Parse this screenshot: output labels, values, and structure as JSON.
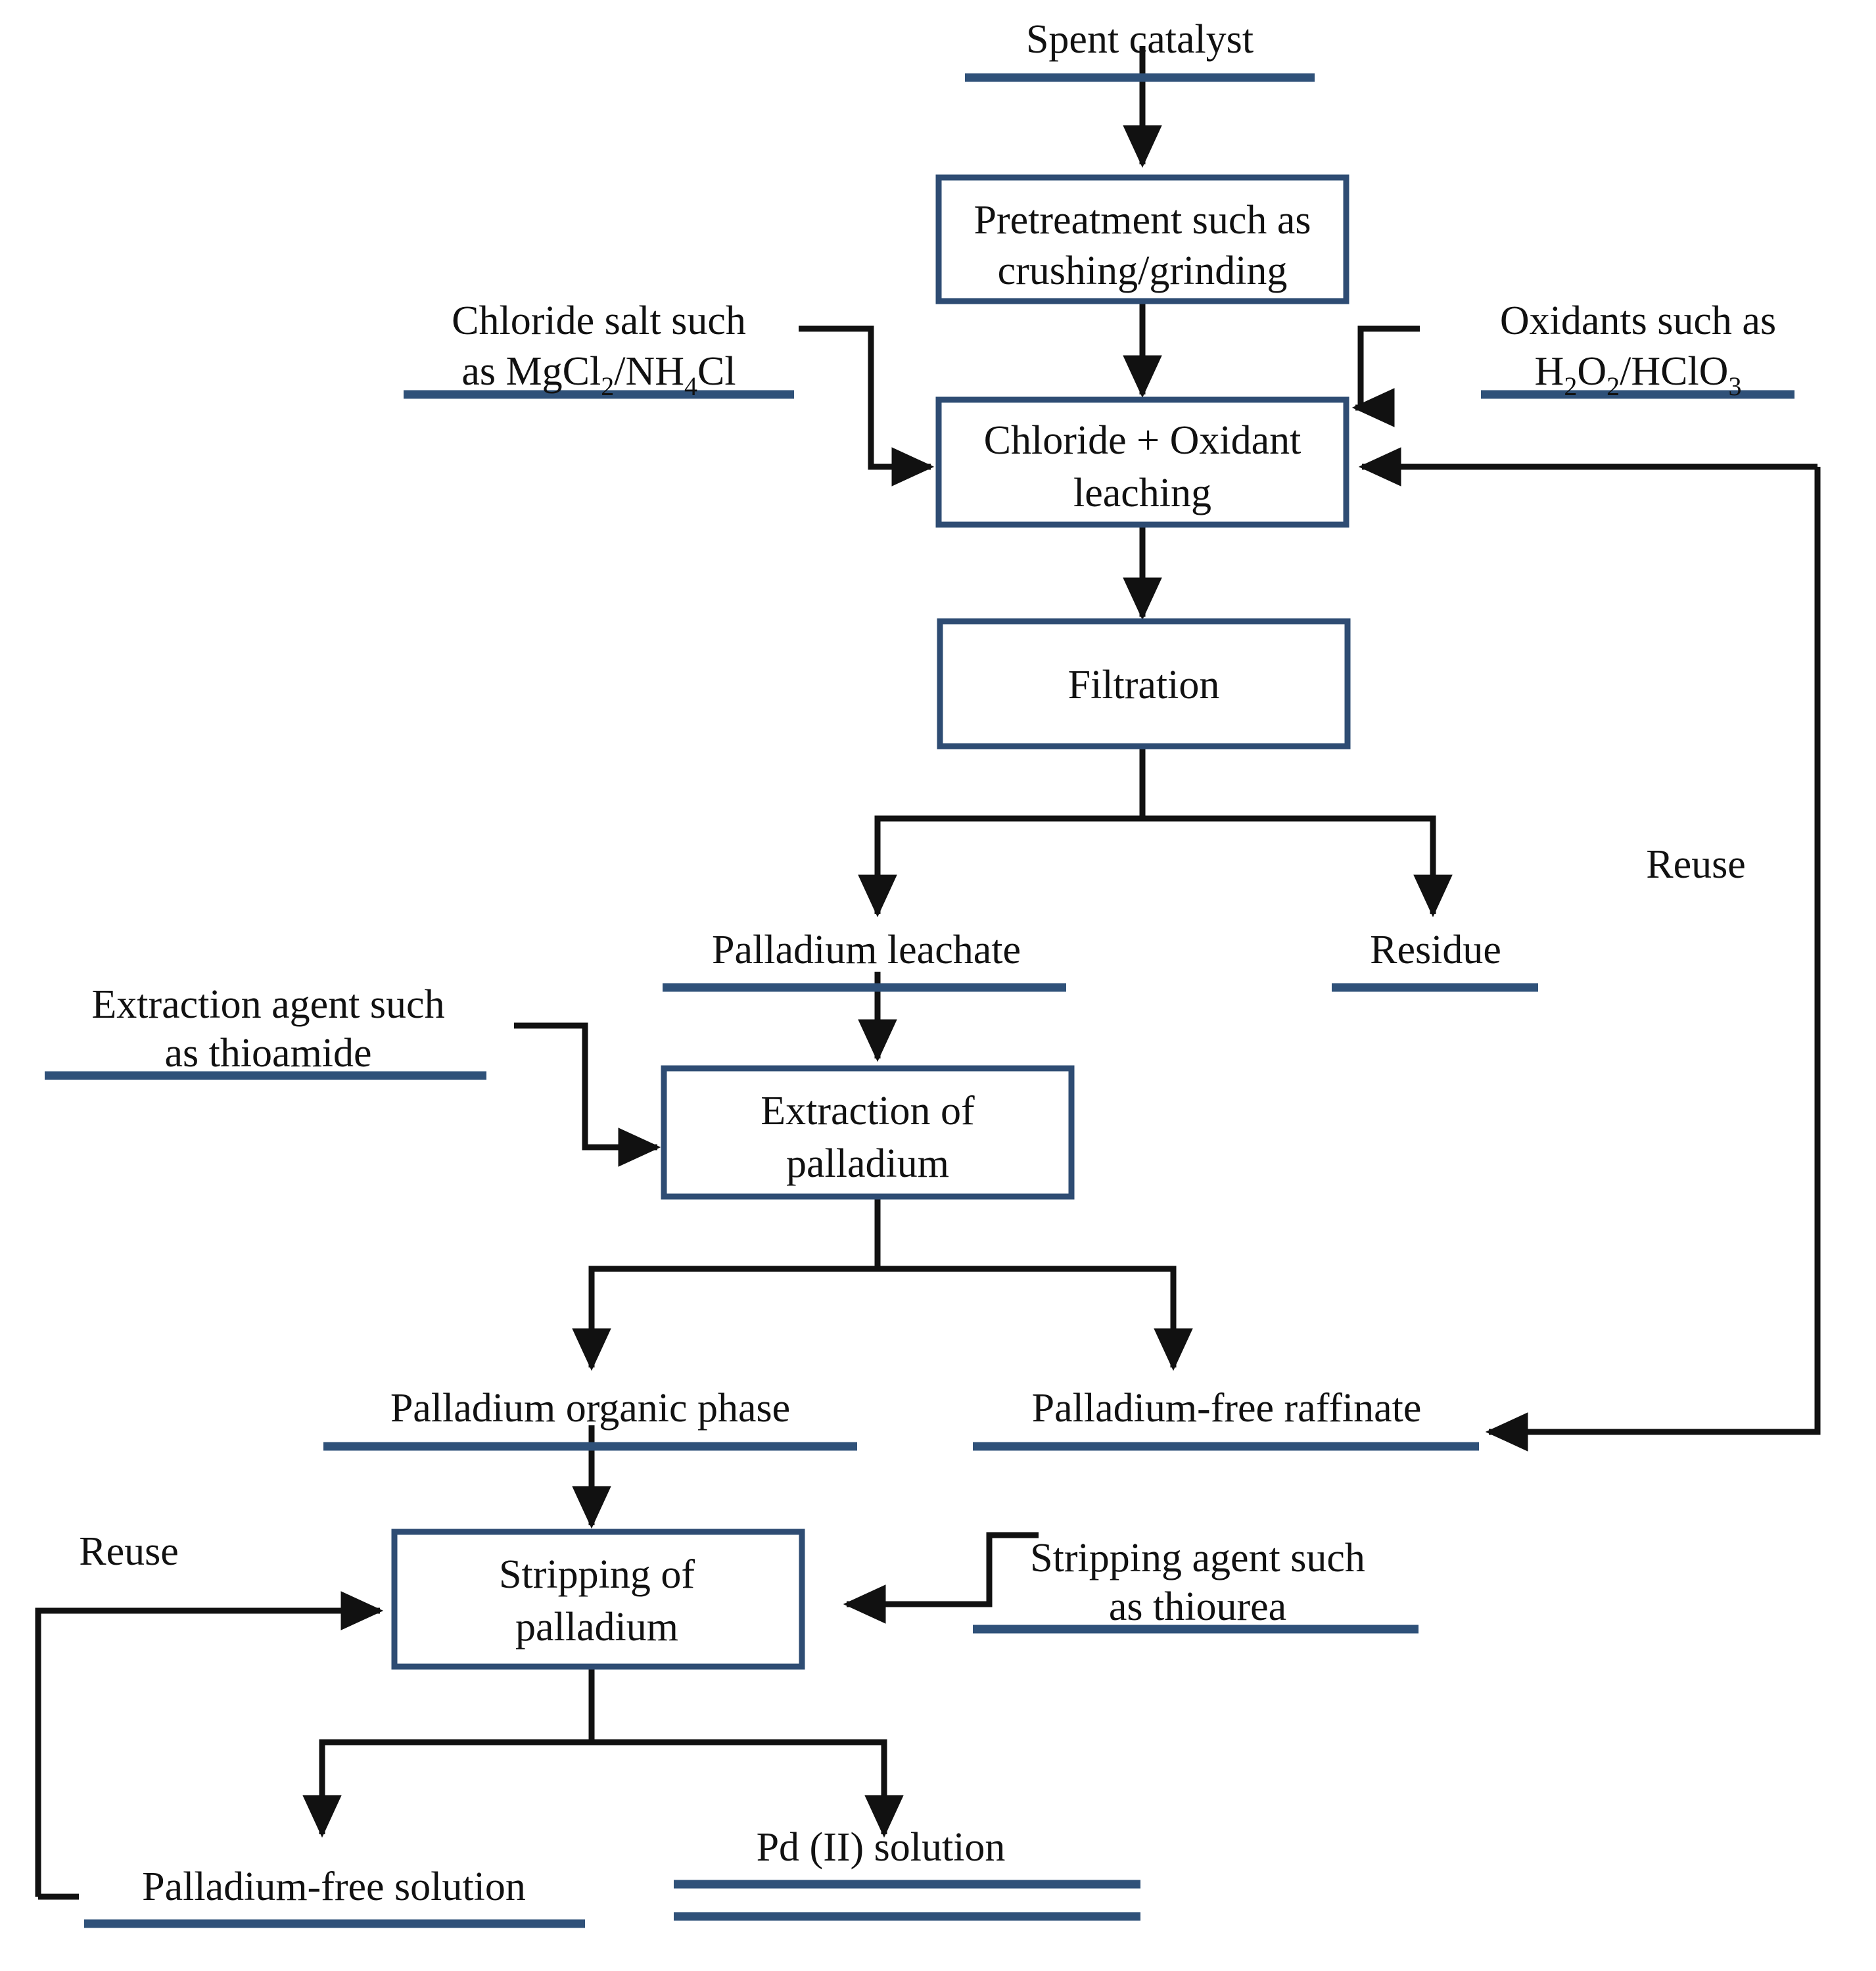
{
  "diagram": {
    "title": "Palladium recovery from spent catalyst process flowsheet",
    "colors": {
      "box_border": "#2E4C73",
      "underline": "#2F5179",
      "arrow": "#111111",
      "text": "#111111",
      "background": "#FFFFFF"
    },
    "nodes": {
      "spent_catalyst": "Spent catalyst",
      "pretreatment_line1": "Pretreatment such as",
      "pretreatment_line2": "crushing/grinding",
      "chloride_salt_line1": "Chloride salt such",
      "chloride_salt_line2_pre": "as MgCl",
      "chloride_salt_sub1": "2",
      "chloride_salt_line2_mid": "/NH",
      "chloride_salt_sub2": "4",
      "chloride_salt_line2_end": "Cl",
      "oxidants_line1": "Oxidants such as",
      "oxidants_line2_h": "H",
      "oxidants_sub1": "2",
      "oxidants_line2_o": "O",
      "oxidants_sub2": "2",
      "oxidants_line2_mid": "/HClO",
      "oxidants_sub3": "3",
      "leaching_line1": "Chloride + Oxidant",
      "leaching_line2": "leaching",
      "filtration": "Filtration",
      "palladium_leachate": "Palladium leachate",
      "residue": "Residue",
      "reuse_right": "Reuse",
      "extraction_agent_line1": "Extraction agent such",
      "extraction_agent_line2": "as thioamide",
      "extraction_line1": "Extraction of",
      "extraction_line2": "palladium",
      "palladium_organic_phase": "Palladium organic phase",
      "palladium_free_raffinate": "Palladium-free raffinate",
      "reuse_left": "Reuse",
      "stripping_line1": "Stripping of",
      "stripping_line2": "palladium",
      "stripping_agent_line1": "Stripping agent such",
      "stripping_agent_line2": "as thiourea",
      "palladium_free_solution": "Palladium-free solution",
      "pd_ii_solution": "Pd (II) solution"
    }
  }
}
